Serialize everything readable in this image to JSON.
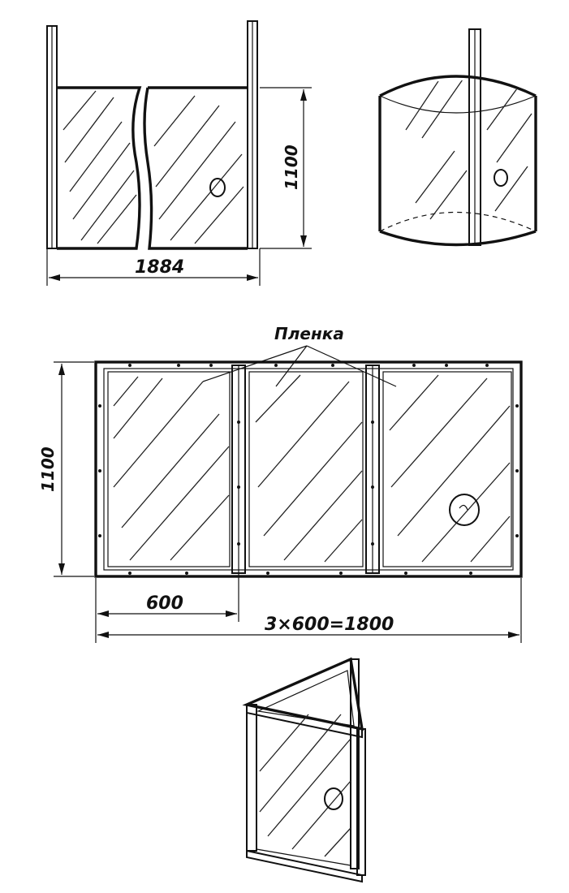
{
  "colors": {
    "ink": "#111111",
    "paper": "#ffffff"
  },
  "labels": {
    "plenka": "Пленка",
    "fig1_width": "1884",
    "fig1_height": "1100",
    "main_height": "1100",
    "panel_width": "600",
    "total_width": "3×600=1800"
  }
}
